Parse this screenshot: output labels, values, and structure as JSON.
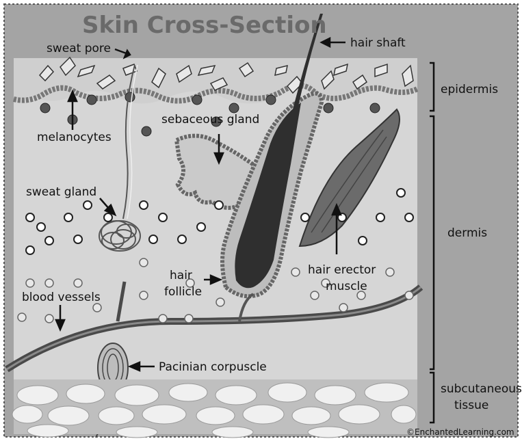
{
  "title": "Skin Cross-Section",
  "labels": {
    "sweat_pore": "sweat pore",
    "hair_shaft": "hair shaft",
    "epidermis": "epidermis",
    "melanocytes": "melanocytes",
    "sebaceous_gland": "sebaceous gland",
    "sweat_gland": "sweat gland",
    "dermis": "dermis",
    "hair_follicle_1": "hair",
    "hair_follicle_2": "follicle",
    "hair_erector_1": "hair erector",
    "hair_erector_2": "muscle",
    "blood_vessels": "blood vessels",
    "pacinian_corpuscle": "Pacinian corpuscle",
    "subcutaneous_1": "subcutaneous",
    "subcutaneous_2": "tissue"
  },
  "credit": "©EnchantedLearning.com",
  "colors": {
    "dermis": "#d4d4d4",
    "epidermis_band": "#c8c8c8",
    "hair": "#333333",
    "muscle": "#6e6e6e",
    "gland": "#c9c9c9",
    "fat": "#f2f2f2",
    "background": "#9e9e9e"
  }
}
